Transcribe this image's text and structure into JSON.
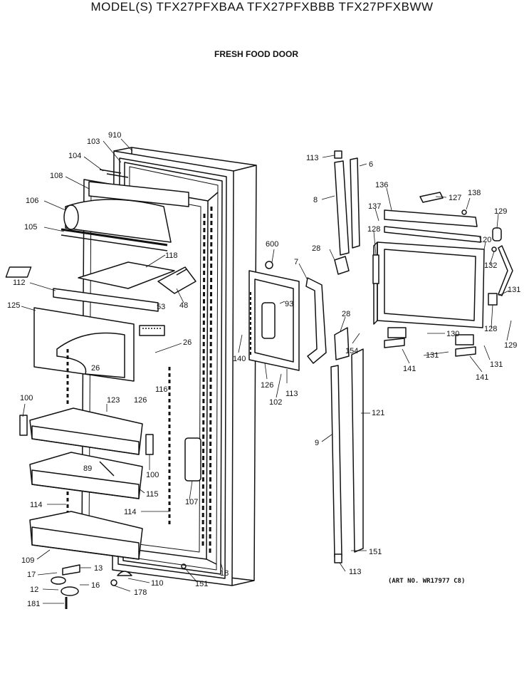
{
  "title": "MODEL(S) TFX27PFXBAA TFX27PFXBBB TFX27PFXBWW",
  "subtitle": "FRESH FOOD DOOR",
  "art_note": "(ART NO. WR17977 C8)",
  "part_labels": [
    "910",
    "103",
    "104",
    "108",
    "106",
    "105",
    "118",
    "112",
    "48",
    "125",
    "53",
    "26",
    "26",
    "126",
    "116",
    "123",
    "100",
    "89",
    "100",
    "115",
    "114",
    "114",
    "107",
    "109",
    "13",
    "17",
    "16",
    "12",
    "178",
    "110",
    "181",
    "151",
    "18",
    "600",
    "7",
    "93",
    "140",
    "126",
    "113",
    "102",
    "113",
    "6",
    "8",
    "28",
    "28",
    "154",
    "9",
    "121",
    "151",
    "113",
    "136",
    "127",
    "138",
    "137",
    "129",
    "128",
    "120",
    "132",
    "131",
    "130",
    "128",
    "129",
    "131",
    "141",
    "141",
    "131"
  ]
}
